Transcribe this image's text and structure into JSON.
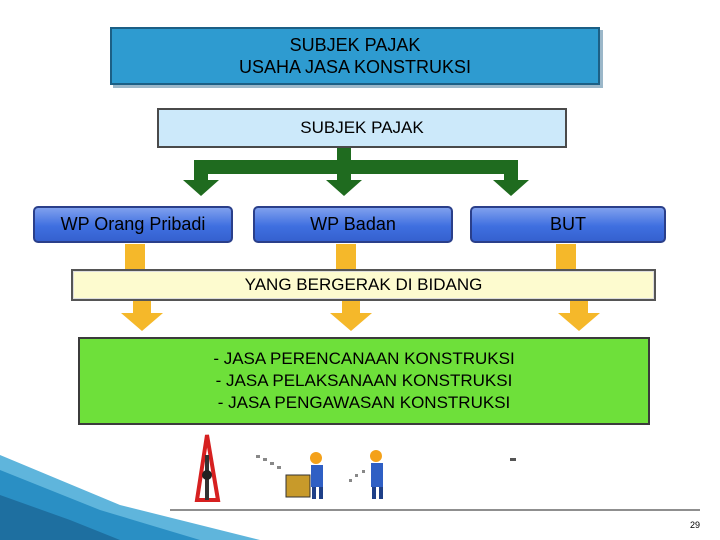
{
  "title_box": {
    "line1": "SUBJEK PAJAK",
    "line2": "USAHA JASA KONSTRUKSI"
  },
  "subject_box": {
    "label": "SUBJEK PAJAK"
  },
  "subjects": [
    {
      "label": "WP Orang Pribadi"
    },
    {
      "label": "WP Badan"
    },
    {
      "label": "BUT"
    }
  ],
  "bergerak_box": {
    "label": "YANG BERGERAK DI BIDANG"
  },
  "jasa_box": {
    "items": [
      "- JASA PERENCANAAN KONSTRUKSI",
      "- JASA PELAKSANAAN KONSTRUKSI",
      "- JASA PENGAWASAN KONSTRUKSI"
    ]
  },
  "page_number": "29",
  "colors": {
    "title_fill": "#2e9bd0",
    "subject_fill": "#cce9fa",
    "arrow_green": "#1f6b1f",
    "arrow_yellow": "#f5b82a",
    "button_blue": "#3f6fe0",
    "bergerak_fill": "#fdfbcf",
    "jasa_fill": "#6ee03a"
  }
}
